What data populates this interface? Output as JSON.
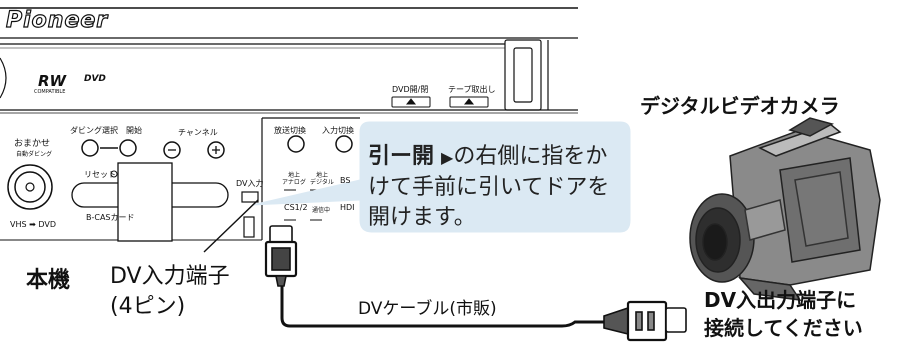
{
  "panel": {
    "brand": "Pioneer",
    "rw_logo": "RW",
    "rw_sub": "COMPATIBLE",
    "dvd_logo": "DVD",
    "btn_dvd_open": "DVD開/閉",
    "btn_tape_eject": "テープ取出し",
    "omakase": "おまかせ",
    "omakase_sub": "自動ダビング",
    "dubbing_select": "ダビング選択",
    "start": "開始",
    "channel": "チャンネル",
    "reset": "リセット",
    "bcas_card": "B-CASカード",
    "dv_in": "DV入力",
    "vhs_dvd": "VHS ➡ DVD",
    "broadcast_switch": "放送切換",
    "input_switch": "入力切換",
    "analog_top": "地上",
    "analog_bottom": "アナログ",
    "digital_top": "地上",
    "digital_bottom": "デジタル",
    "bs": "BS",
    "cs12": "CS1/2",
    "tsushin": "通信中",
    "hdmi": "HDI"
  },
  "callout": {
    "bold_part": "引ー開",
    "arrow": "▶",
    "text_rest": "の右側に指をかけて手前に引いてドアを開けます。"
  },
  "labels": {
    "main_unit": "本機",
    "dv_terminal_line1": "DV入力端子",
    "dv_terminal_line2": "(4ピン)",
    "cable": "DVケーブル(市販)",
    "camera": "デジタルビデオカメラ",
    "camera_port_line1": "DV入出力端子に",
    "camera_port_line2": "接続してください"
  },
  "colors": {
    "callout_bg": "#dbe9f3",
    "outline": "#111111",
    "camera_gray": "#6f6f6f"
  },
  "icons": [
    "arrow-right-icon",
    "eject-icon",
    "minus-icon",
    "plus-icon"
  ]
}
